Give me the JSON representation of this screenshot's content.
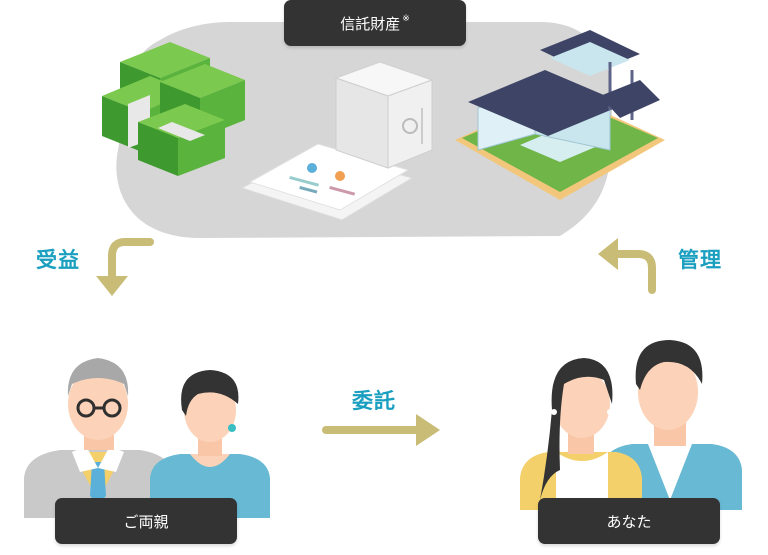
{
  "trust_assets": {
    "label": "信託財産",
    "note_mark": "※"
  },
  "flows": {
    "benefit": "受益",
    "manage": "管理",
    "entrust": "委託"
  },
  "parties": {
    "parents": "ご両親",
    "you": "あなた"
  },
  "colors": {
    "arrow": "#c9bc76",
    "accent_text": "#1a9fc0",
    "pill_bg": "#333333",
    "cloud": "#d6d6d6"
  }
}
